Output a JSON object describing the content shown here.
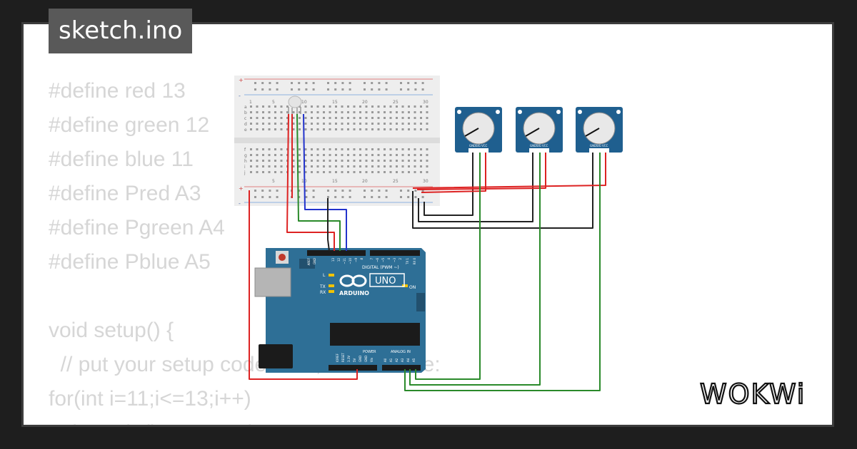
{
  "file_tab": {
    "title": "sketch.ino"
  },
  "code": {
    "lines": [
      "#define red 13",
      "#define green 12",
      "#define blue 11",
      "#define Pred A3",
      "#define Pgreen A4",
      "#define Pblue A5",
      "",
      "void setup() {",
      "  // put your setup code here, to run once:",
      "for(int i=11;i<=13;i++)",
      "  pinMode(i,OUTPUT);"
    ]
  },
  "breadboard": {
    "column_numbers": [
      "1",
      "5",
      "10",
      "15",
      "20",
      "25",
      "30"
    ],
    "row_letters_top": [
      "a",
      "b",
      "c",
      "d",
      "e"
    ],
    "row_letters_bottom": [
      "f",
      "g",
      "h",
      "i",
      "j"
    ],
    "rail_sign_plus": "+",
    "rail_sign_minus": "-"
  },
  "potentiometers": {
    "pin_labels": [
      "GND",
      "SIG",
      "VCC"
    ]
  },
  "arduino": {
    "brand": "ARDUINO",
    "model": "UNO",
    "digital_label": "DIGITAL (PWM ~)",
    "power_label": "POWER",
    "analog_label": "ANALOG IN",
    "led_labels": [
      "L",
      "TX",
      "RX"
    ],
    "on_label": "ON",
    "top_pins": [
      "AREF",
      "GND",
      "13",
      "12",
      "~11",
      "~10",
      "~9",
      "8",
      "7",
      "~6",
      "~5",
      "4",
      "~3",
      "2",
      "TX 1",
      "RX 0"
    ],
    "power_pins": [
      "IOREF",
      "RESET",
      "3.3V",
      "5V",
      "GND",
      "GND",
      "Vin"
    ],
    "analog_pins": [
      "A0",
      "A1",
      "A2",
      "A3",
      "A4",
      "A5"
    ]
  },
  "logo": {
    "text": "WOKWi"
  },
  "colors": {
    "wire_red": "#dd2222",
    "wire_green": "#2a8a2a",
    "wire_blue": "#2233cc",
    "wire_black": "#222222",
    "board_blue": "#2e6f96",
    "pot_blue": "#1f5f8f"
  }
}
